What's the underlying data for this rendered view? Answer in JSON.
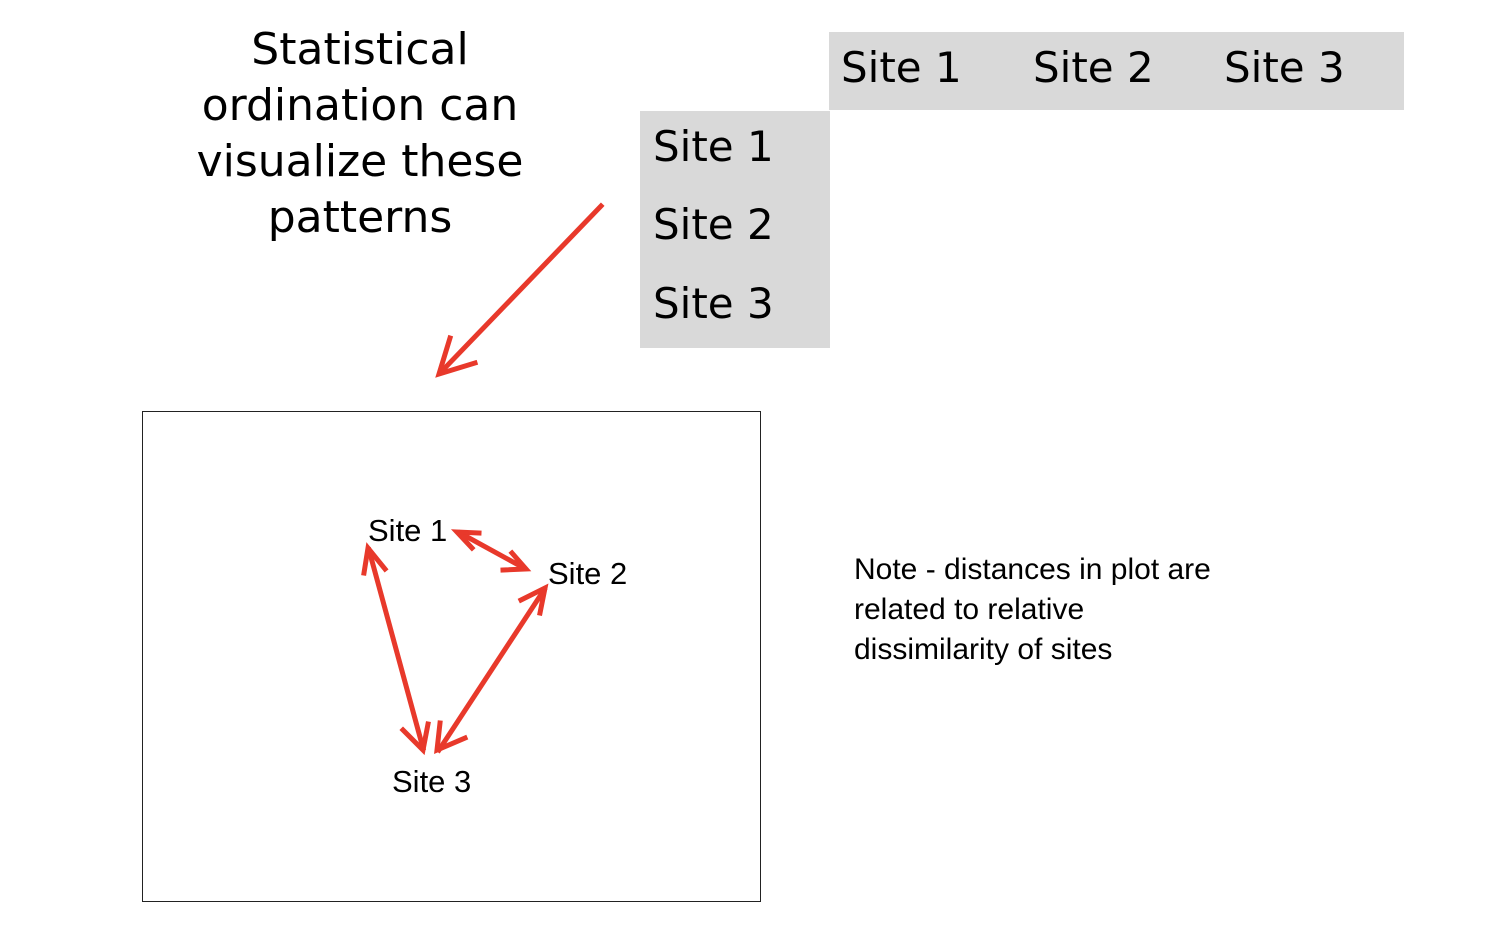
{
  "title": {
    "lines": [
      "Statistical",
      "ordination can",
      "visualize these",
      "patterns"
    ]
  },
  "matrix": {
    "column_headers": [
      "Site 1",
      "Site 2",
      "Site 3"
    ],
    "row_headers": [
      "Site 1",
      "Site 2",
      "Site 3"
    ]
  },
  "plot": {
    "site_labels": [
      "Site 1",
      "Site 2",
      "Site 3"
    ]
  },
  "note": {
    "lines": [
      "Note - distances in plot are",
      "related to relative",
      "dissimilarity of sites"
    ]
  },
  "colors": {
    "arrow": "#e8392b",
    "header_fill": "#d9d9d9"
  }
}
